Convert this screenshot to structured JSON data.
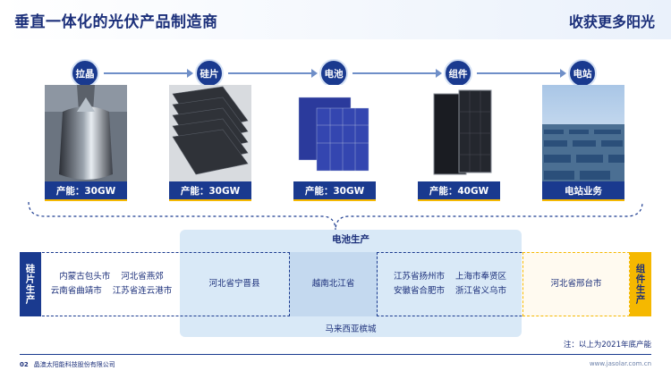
{
  "header": {
    "title": "垂直一体化的光伏产品制造商",
    "slogan": "收获更多阳光"
  },
  "stages": [
    {
      "name": "拉晶",
      "capacity": "产能：30GW",
      "image": "silicon-ingot-icon"
    },
    {
      "name": "硅片",
      "capacity": "产能：30GW",
      "image": "wafer-stack-icon"
    },
    {
      "name": "电池",
      "capacity": "产能：30GW",
      "image": "solar-cell-icon"
    },
    {
      "name": "组件",
      "capacity": "产能：40GW",
      "image": "solar-module-icon"
    },
    {
      "name": "电站",
      "capacity": "电站业务",
      "image": "solar-farm-icon"
    }
  ],
  "production": {
    "cell_label": "电池生产",
    "silicon_label": "硅片生产",
    "module_label": "组件生产",
    "silicon_sites": [
      "内蒙古包头市",
      "河北省燕郊",
      "云南省曲靖市",
      "江苏省连云港市"
    ],
    "hebei_ningjin": "河北省宁晋县",
    "vietnam": "越南北江省",
    "module_sites": [
      "江苏省扬州市",
      "上海市奉贤区",
      "安徽省合肥市",
      "浙江省义乌市"
    ],
    "xingtai": "河北省邢台市",
    "malaysia": "马来西亚槟城"
  },
  "note": "注：以上为2021年底产能",
  "footer": {
    "page": "02",
    "company": "晶澳太阳能科技股份有限公司",
    "url": "www.jasolar.com.cn"
  },
  "colors": {
    "navy": "#1a3a8f",
    "gold": "#f5b800",
    "light_blue": "#d9e9f7"
  }
}
